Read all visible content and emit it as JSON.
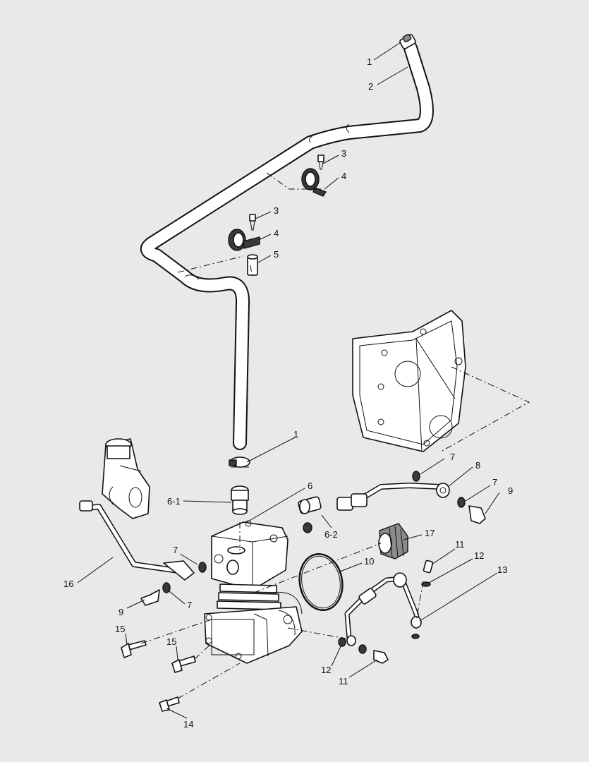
{
  "diagram": {
    "callouts": [
      {
        "id": "c1a",
        "text": "1"
      },
      {
        "id": "c2",
        "text": "2"
      },
      {
        "id": "c3a",
        "text": "3"
      },
      {
        "id": "c4a",
        "text": "4"
      },
      {
        "id": "c3b",
        "text": "3"
      },
      {
        "id": "c4b",
        "text": "4"
      },
      {
        "id": "c5",
        "text": "5"
      },
      {
        "id": "c1b",
        "text": "1"
      },
      {
        "id": "c6",
        "text": "6"
      },
      {
        "id": "c61",
        "text": "6-1"
      },
      {
        "id": "c62",
        "text": "6-2"
      },
      {
        "id": "c7a",
        "text": "7"
      },
      {
        "id": "c8",
        "text": "8"
      },
      {
        "id": "c7b",
        "text": "7"
      },
      {
        "id": "c9a",
        "text": "9"
      },
      {
        "id": "c17",
        "text": "17"
      },
      {
        "id": "c10",
        "text": "10"
      },
      {
        "id": "c7c",
        "text": "7"
      },
      {
        "id": "c16",
        "text": "16"
      },
      {
        "id": "c11a",
        "text": "11"
      },
      {
        "id": "c12a",
        "text": "12"
      },
      {
        "id": "c13",
        "text": "13"
      },
      {
        "id": "c7d",
        "text": "7"
      },
      {
        "id": "c9b",
        "text": "9"
      },
      {
        "id": "c15a",
        "text": "15"
      },
      {
        "id": "c15b",
        "text": "15"
      },
      {
        "id": "c12b",
        "text": "12"
      },
      {
        "id": "c11b",
        "text": "11"
      },
      {
        "id": "c14",
        "text": "14"
      }
    ]
  }
}
